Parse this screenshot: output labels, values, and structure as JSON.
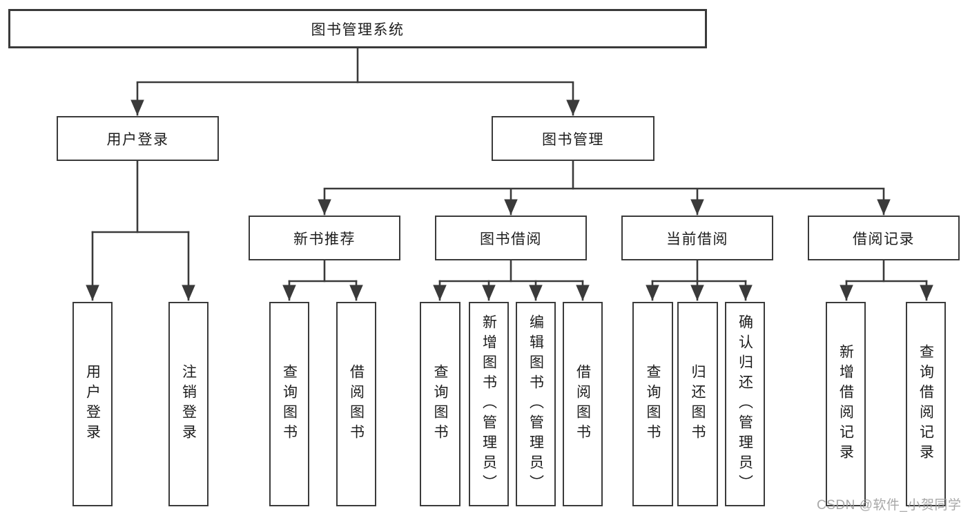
{
  "colors": {
    "line": "#3a3a3a",
    "text": "#1d1d1d",
    "box_background": "#ffffff",
    "watermark": "#9c9c9c"
  },
  "tree": {
    "root": {
      "label": "图书管理系统"
    },
    "branches": [
      {
        "label": "用户登录",
        "children": [
          {
            "label": "用户登录"
          },
          {
            "label": "注销登录"
          }
        ]
      },
      {
        "label": "图书管理",
        "children": [
          {
            "label": "新书推荐",
            "children": [
              {
                "label": "查询图书"
              },
              {
                "label": "借阅图书"
              }
            ]
          },
          {
            "label": "图书借阅",
            "children": [
              {
                "label": "查询图书"
              },
              {
                "label": "新增图书（管理员）"
              },
              {
                "label": "编辑图书（管理员）"
              },
              {
                "label": "借阅图书"
              }
            ]
          },
          {
            "label": "当前借阅",
            "children": [
              {
                "label": "查询图书"
              },
              {
                "label": "归还图书"
              },
              {
                "label": "确认归还（管理员）"
              }
            ]
          },
          {
            "label": "借阅记录",
            "children": [
              {
                "label": "新增借阅记录"
              },
              {
                "label": "查询借阅记录"
              }
            ]
          }
        ]
      }
    ]
  },
  "watermark": {
    "text": "CSDN @软件_小贺同学"
  }
}
